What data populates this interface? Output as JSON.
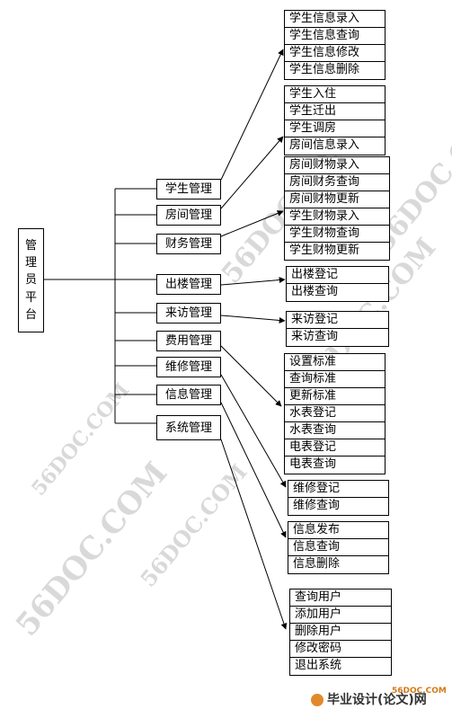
{
  "root": {
    "chars": [
      "管",
      "理",
      "员",
      "平",
      "台"
    ]
  },
  "modules": [
    "学生管理",
    "房间管理",
    "财务管理",
    "出楼管理",
    "来访管理",
    "费用管理",
    "维修管理",
    "信息管理",
    "系统管理"
  ],
  "groups": [
    [
      "学生信息录入",
      "学生信息查询",
      "学生信息修改",
      "学生信息删除"
    ],
    [
      "学生入住",
      "学生迁出",
      "学生调房",
      "房间信息录入"
    ],
    [
      "房间财物录入",
      "房间财务查询",
      "房间财物更新",
      "学生财物录入",
      "学生财物查询",
      "学生财物更新"
    ],
    [
      "出楼登记",
      "出楼查询"
    ],
    [
      "来访登记",
      "来访查询"
    ],
    [
      "设置标准",
      "查询标准",
      "更新标准",
      "水表登记",
      "水表查询",
      "电表登记",
      "电表查询"
    ],
    [
      "维修登记",
      "维修查询"
    ],
    [
      "信息发布",
      "信息查询",
      "信息删除"
    ],
    [
      "查询用户",
      "添加用户",
      "删除用户",
      "修改密码",
      "退出系统"
    ]
  ],
  "watermark": "56DOC.COM",
  "logo": {
    "domain": "56DOC.COM",
    "text": "毕业设计(论文)网"
  }
}
